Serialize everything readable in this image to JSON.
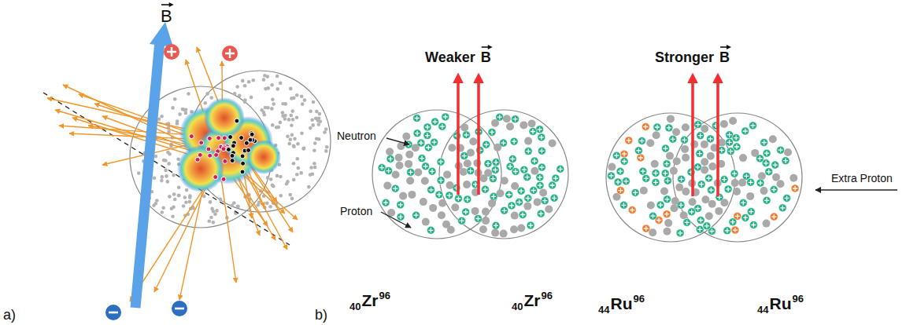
{
  "diagram": {
    "labels": [
      "a)",
      "B",
      "b)",
      "Weaker",
      "B",
      "Stronger",
      "B",
      "Neutron",
      "Proton",
      "Extra Proton",
      "40",
      "Zr",
      "96",
      "40",
      "Zr",
      "96",
      "44",
      "Ru",
      "96",
      "44",
      "Ru",
      "96"
    ]
  }
}
